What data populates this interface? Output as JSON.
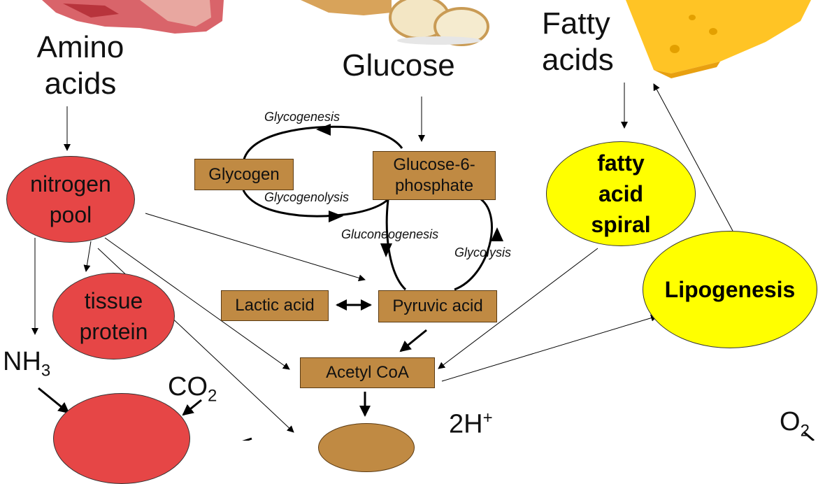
{
  "labels": {
    "amino_acids": "Amino acids",
    "glucose": "Glucose",
    "fatty_acids": "Fatty acids",
    "glycogenesis": "Glycogenesis",
    "glycogenolysis": "Glycogenolysis",
    "gluconeogenesis": "Gluconeogenesis",
    "glycolysis": "Glycolysis"
  },
  "boxes": {
    "glycogen": "Glycogen",
    "glucose6p": "Glucose-6-phosphate",
    "lactic": "Lactic acid",
    "pyruvic": "Pyruvic acid",
    "acetyl": "Acetyl CoA"
  },
  "ellipses": {
    "nitrogen_pool": "nitrogen pool",
    "tissue_protein": "tissue protein",
    "fatty_acid_spiral": "fatty acid spiral",
    "lipogenesis": "Lipogenesis"
  },
  "chem": {
    "nh": "NH",
    "nh_sub": "3",
    "co": "CO",
    "co_sub": "2",
    "h2": "2H",
    "h2_sup": "+",
    "o": "O",
    "o_sub": "2"
  },
  "colors": {
    "red_node": "#e64646",
    "yellow_node": "#ffff00",
    "brown_box": "#c08a43"
  },
  "images": [
    "meat",
    "bread",
    "cheese"
  ]
}
